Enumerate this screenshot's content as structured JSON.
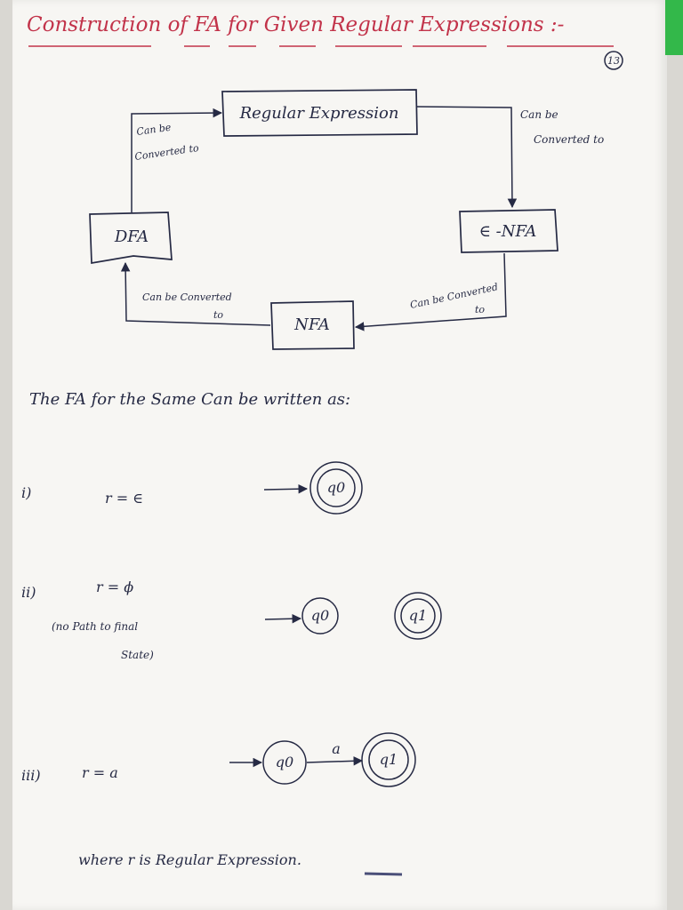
{
  "title": "Construction of FA for Given Regular Expressions :-",
  "page_number": "13",
  "diagram": {
    "nodes": {
      "re": "Regular Expression",
      "enfa": "∈ -NFA",
      "nfa": "NFA",
      "dfa": "DFA"
    },
    "edges": {
      "re_to_enfa": [
        "Can be",
        "Converted to"
      ],
      "enfa_to_nfa": [
        "Can be Converted",
        "to"
      ],
      "nfa_to_dfa": [
        "Can be Converted",
        "to"
      ],
      "dfa_to_re": [
        "Can be",
        "Converted to"
      ]
    }
  },
  "intro": "The FA for the Same Can be written as:",
  "cases": [
    {
      "marker": "i)",
      "expr": "r = ∈",
      "states": [
        "q0"
      ]
    },
    {
      "marker": "ii)",
      "expr": "r = ϕ",
      "note": [
        "(no Path to final",
        "State)"
      ],
      "states": [
        "q0",
        "q1"
      ]
    },
    {
      "marker": "iii)",
      "expr": "r = a",
      "states": [
        "q0",
        "q1"
      ],
      "transition": "a"
    }
  ],
  "footer": "where r is Regular Expression."
}
